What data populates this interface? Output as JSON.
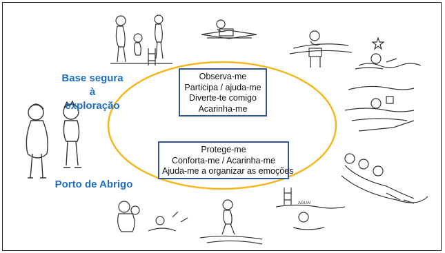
{
  "labels": {
    "secure_base_line1": "Base segura à",
    "secure_base_line2": "exploração",
    "safe_haven": "Porto de Abrigo"
  },
  "top_box": [
    "Observa-me",
    "Participa / ajuda-me",
    "Diverte-te comigo",
    "Acarinha-me"
  ],
  "bottom_box": [
    "Protege-me",
    "Conforta-me / Acarinha-me",
    "Ajuda-me a organizar as emoções"
  ],
  "sketch_texts": [
    "AGUA!"
  ],
  "colors": {
    "ellipse": "#f2b81d",
    "box_border": "#2f5597",
    "label_text": "#1f6fc0"
  },
  "icons": [
    "parent-and-child-figures",
    "family-at-pool-ladder",
    "child-diving-from-block",
    "child-on-diving-block",
    "child-swimming-star",
    "child-in-water-with-sign",
    "children-sitting-at-poolside",
    "child-falling-into-water",
    "child-jumping-into-water",
    "parent-hugging-child-splashing"
  ]
}
